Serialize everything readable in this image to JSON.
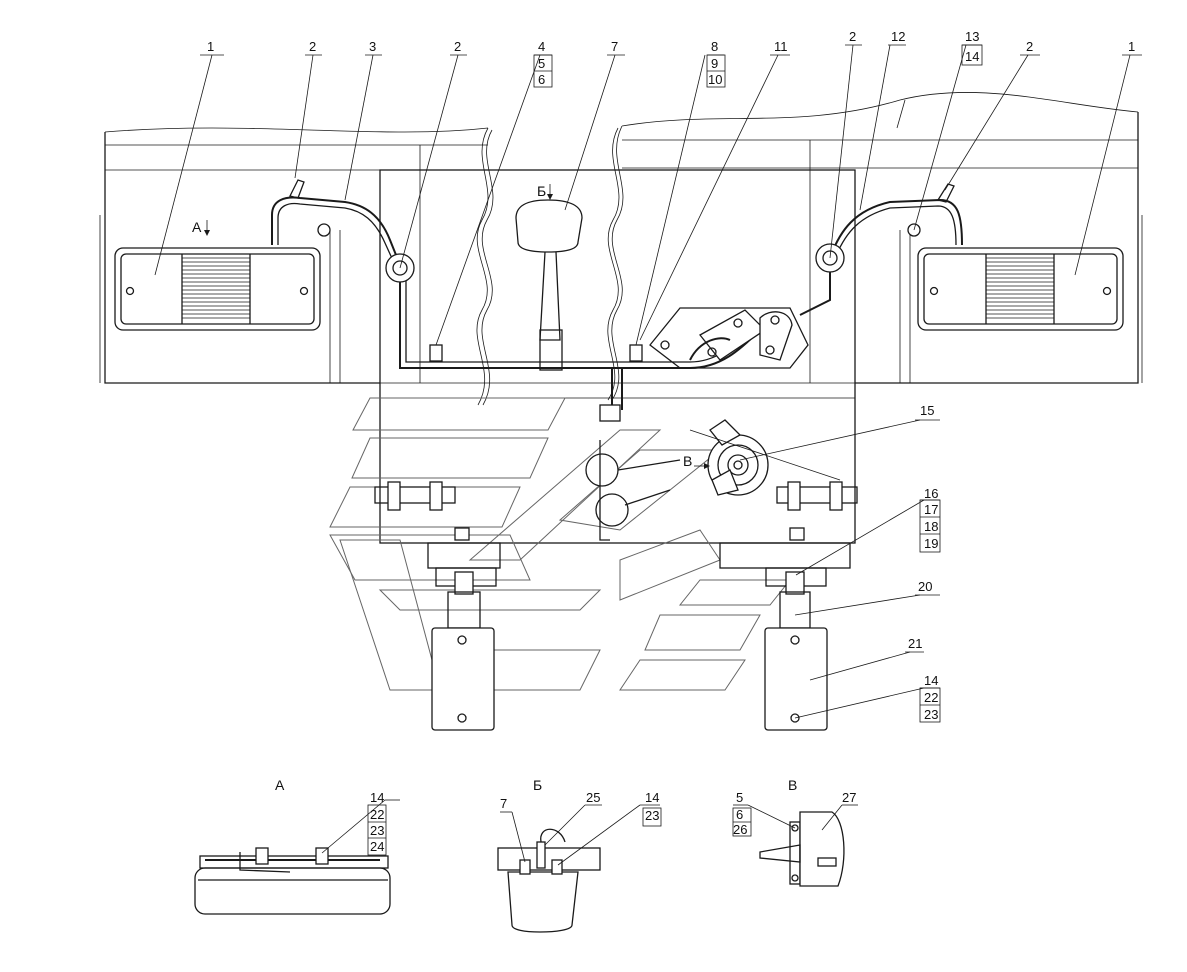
{
  "callouts": {
    "c1_left": "1",
    "c2_a": "2",
    "c3": "3",
    "c2_b": "2",
    "c4": "4",
    "c5": "5",
    "c6": "6",
    "c7": "7",
    "c8": "8",
    "c9": "9",
    "c10": "10",
    "c11": "11",
    "c2_c": "2",
    "c12": "12",
    "c13": "13",
    "c14_top": "14",
    "c2_d": "2",
    "c1_right": "1",
    "c15": "15",
    "c16": "16",
    "c17": "17",
    "c18": "18",
    "c19": "19",
    "c20": "20",
    "c21": "21",
    "c14_r": "14",
    "c22_r": "22",
    "c23_r": "23"
  },
  "view_marks": {
    "a_inline": "А",
    "b_inline": "Б",
    "v_inline": "В"
  },
  "detail_views": {
    "a": {
      "title": "А",
      "labels": [
        "14",
        "22",
        "23",
        "24"
      ]
    },
    "b": {
      "title": "Б",
      "labels": [
        "7",
        "25",
        "14",
        "23"
      ]
    },
    "v": {
      "title": "В",
      "labels": [
        "5",
        "6",
        "26",
        "27"
      ]
    }
  }
}
